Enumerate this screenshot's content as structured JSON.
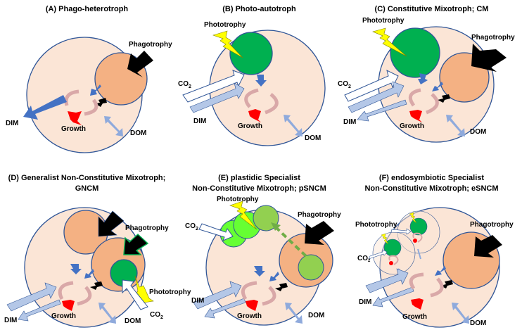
{
  "colors": {
    "cell": "#fbe5d6",
    "cell_border": "#2f5597",
    "food_vacuole": "#f4b183",
    "chloroplast": "#00b050",
    "stolen_plastid_light": "#66ff33",
    "stolen_plastid_mid": "#92d050",
    "lightning": "#ffff00",
    "dim_arrow": "#b4c7e7",
    "dom_arrow": "#8faadc",
    "internal_arrow": "#4472c4",
    "growth": "#ff0000",
    "cycle": "#d9a8a8",
    "phagotrophy_arrow": "#000000",
    "transfer_dashed": "#70ad47"
  },
  "panels": [
    {
      "id": "A",
      "title_lines": [
        "(A) Phago-heterotroph"
      ],
      "labels": {
        "phagotrophy": "Phagotrophy",
        "dim": "DIM",
        "growth": "Growth",
        "dom": "DOM"
      }
    },
    {
      "id": "B",
      "title_lines": [
        "(B) Photo-autotroph"
      ],
      "labels": {
        "phototrophy": "Phototrophy",
        "co2": "CO",
        "co2_sub": "2",
        "dim": "DIM",
        "growth": "Growth",
        "dom": "DOM"
      }
    },
    {
      "id": "C",
      "title_lines": [
        "(C) Constitutive Mixotroph; CM"
      ],
      "labels": {
        "phototrophy": "Phototrophy",
        "phagotrophy": "Phagotrophy",
        "co2": "CO",
        "co2_sub": "2",
        "dim": "DIM",
        "growth": "Growth",
        "dom": "DOM"
      }
    },
    {
      "id": "D",
      "title_lines": [
        "(D) Generalist Non-Constitutive  Mixotroph;",
        "GNCM"
      ],
      "labels": {
        "phagotrophy": "Phagotrophy",
        "phototrophy": "Phototrophy",
        "co2": "CO",
        "co2_sub": "2",
        "dim": "DIM",
        "growth": "Growth",
        "dom": "DOM"
      }
    },
    {
      "id": "E",
      "title_lines": [
        "(E) plastidic Specialist",
        "Non-Constitutive Mixotroph; pSNCM"
      ],
      "labels": {
        "phototrophy": "Phototrophy",
        "phagotrophy": "Phagotrophy",
        "co2": "CO",
        "co2_sub": "2",
        "dim": "DIM",
        "growth": "Growth",
        "dom": "DOM"
      }
    },
    {
      "id": "F",
      "title_lines": [
        "(F) endosymbiotic Specialist",
        "Non-Constitutive Mixotroph; eSNCM"
      ],
      "labels": {
        "phototrophy": "Phototrophy",
        "phagotrophy": "Phagotrophy",
        "co2": "CO",
        "co2_sub": "2",
        "dim": "DIM",
        "growth": "Growth",
        "dom": "DOM"
      }
    }
  ]
}
